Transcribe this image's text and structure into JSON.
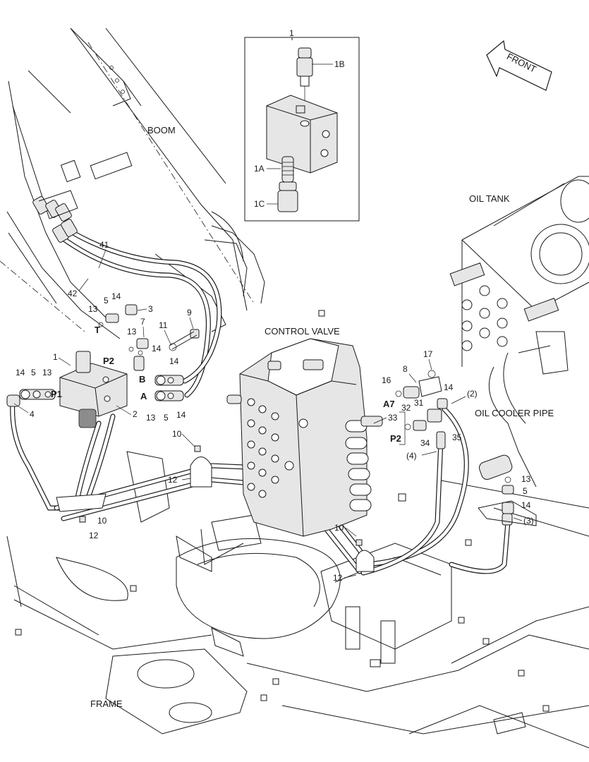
{
  "regions": {
    "boom": "BOOM",
    "oil_tank": "OIL TANK",
    "control_valve": "CONTROL VALVE",
    "oil_cooler_pipe": "OIL COOLER PIPE",
    "frame": "FRAME"
  },
  "front_arrow": "FRONT",
  "inset": {
    "callout": "1",
    "parts": [
      "1B",
      "1A",
      "1C"
    ]
  },
  "ports": [
    "T",
    "P2",
    "P1",
    "B",
    "A",
    "A7",
    "P2"
  ],
  "callouts": {
    "left_block": [
      "1",
      "2",
      "3",
      "4",
      "5",
      "5",
      "5",
      "7",
      "9",
      "10",
      "10",
      "11",
      "12",
      "12",
      "13",
      "13",
      "13",
      "13",
      "14",
      "14",
      "14",
      "14",
      "14",
      "41",
      "42"
    ],
    "right_group": [
      "8",
      "10",
      "12",
      "13",
      "14",
      "14",
      "16",
      "17",
      "31",
      "32",
      "33",
      "34",
      "35",
      "5",
      "(2)",
      "(3)",
      "(4)"
    ]
  },
  "colors": {
    "line": "#1a1a1a",
    "part_fill": "#e6e6e6",
    "shade": "#8c8c8c",
    "background": "#ffffff"
  }
}
